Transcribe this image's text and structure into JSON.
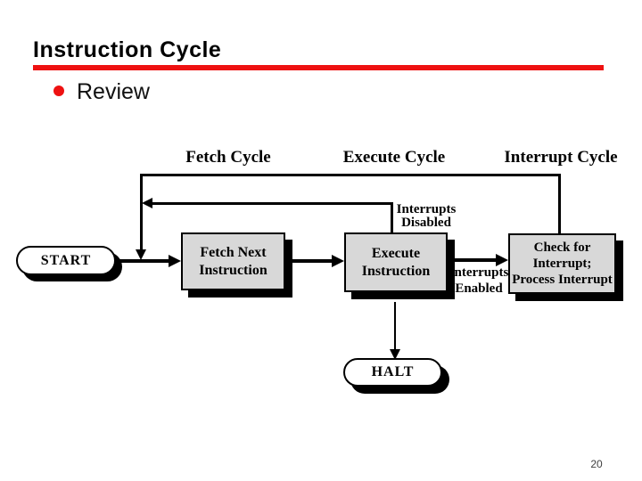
{
  "slide": {
    "title": "Instruction Cycle",
    "bullet_text": "Review",
    "page_number": "20"
  },
  "colors": {
    "accent_red": "#ee1111",
    "box_fill": "#d8d8d8",
    "line": "#000000",
    "background": "#ffffff"
  },
  "diagram": {
    "column_headers": [
      "Fetch Cycle",
      "Execute Cycle",
      "Interrupt Cycle"
    ],
    "nodes": {
      "start": "START",
      "fetch_line1": "Fetch Next",
      "fetch_line2": "Instruction",
      "execute_line1": "Execute",
      "execute_line2": "Instruction",
      "check_line1": "Check for",
      "check_line2": "Interrupt;",
      "check_line3": "Process Interrupt",
      "halt": "HALT"
    },
    "labels": {
      "disabled_line1": "Interrupts",
      "disabled_line2": "Disabled",
      "enabled_line1": "Interrupts",
      "enabled_line2": "Enabled"
    }
  }
}
